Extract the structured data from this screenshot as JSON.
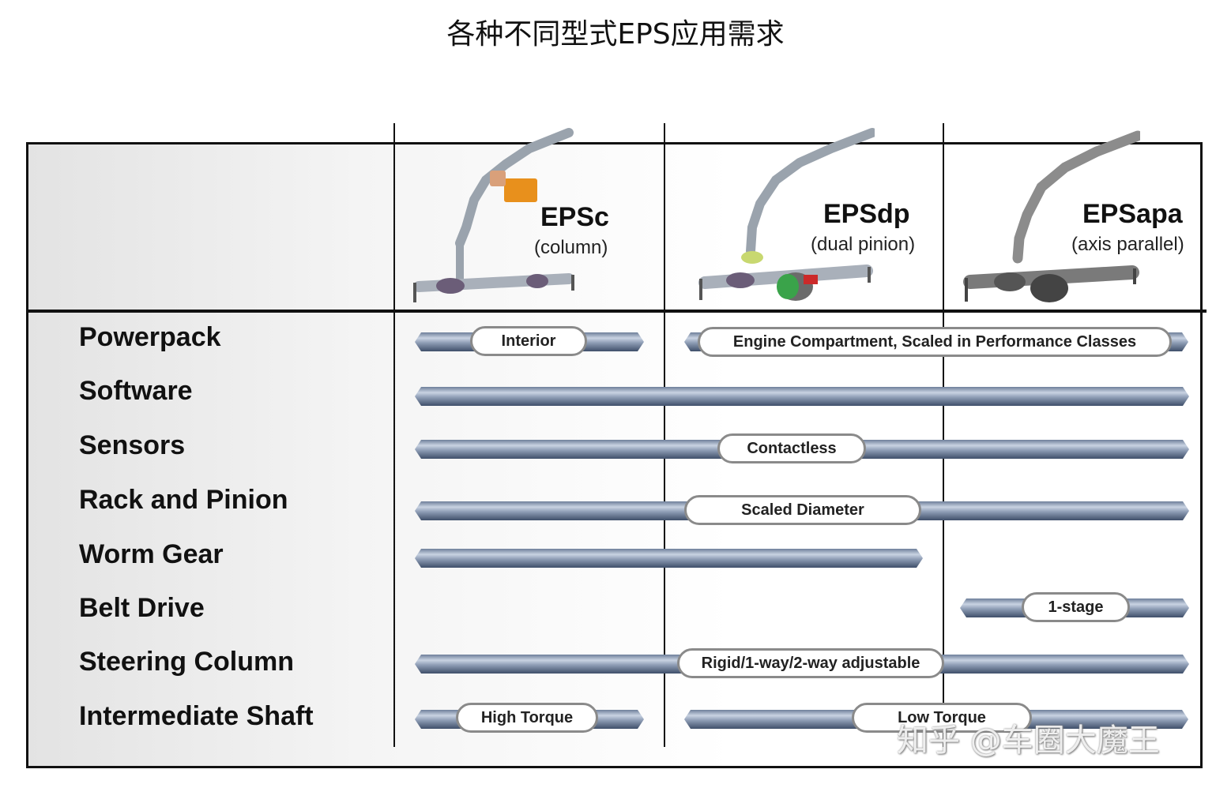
{
  "title": "各种不同型式EPS应用需求",
  "columns": [
    {
      "title": "EPSc",
      "subtitle": "(column)"
    },
    {
      "title": "EPSdp",
      "subtitle": "(dual pinion)"
    },
    {
      "title": "EPSapa",
      "subtitle": "(axis parallel)"
    }
  ],
  "rows": [
    {
      "label": "Powerpack",
      "pills": [
        "Interior",
        "Engine Compartment, Scaled in Performance Classes"
      ]
    },
    {
      "label": "Software"
    },
    {
      "label": "Sensors",
      "pills": [
        "Contactless"
      ]
    },
    {
      "label": "Rack and Pinion",
      "pills": [
        "Scaled Diameter"
      ]
    },
    {
      "label": "Worm Gear"
    },
    {
      "label": "Belt Drive",
      "pills": [
        "1-stage"
      ]
    },
    {
      "label": "Steering Column",
      "pills": [
        "Rigid/1-way/2-way adjustable"
      ]
    },
    {
      "label": "Intermediate Shaft",
      "pills": [
        "High Torque",
        "Low Torque"
      ]
    }
  ],
  "watermark": "知乎 @车圈大魔王",
  "colors": {
    "bar": "#6e7f9a",
    "pill_border": "#8a8a8a",
    "frame": "#111111"
  },
  "icons": [
    "steering-system-column-icon",
    "steering-system-dual-pinion-icon",
    "steering-system-axis-parallel-icon"
  ]
}
